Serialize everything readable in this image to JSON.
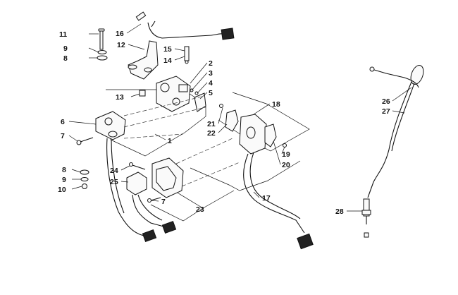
{
  "callouts": [
    {
      "id": "c1",
      "label": "1"
    },
    {
      "id": "c2",
      "label": "2"
    },
    {
      "id": "c3",
      "label": "3"
    },
    {
      "id": "c4",
      "label": "4"
    },
    {
      "id": "c5",
      "label": "5"
    },
    {
      "id": "c6",
      "label": "6"
    },
    {
      "id": "c7a",
      "label": "7"
    },
    {
      "id": "c7b",
      "label": "7"
    },
    {
      "id": "c8a",
      "label": "8"
    },
    {
      "id": "c8b",
      "label": "8"
    },
    {
      "id": "c9a",
      "label": "9"
    },
    {
      "id": "c9b",
      "label": "9"
    },
    {
      "id": "c10",
      "label": "10"
    },
    {
      "id": "c11",
      "label": "11"
    },
    {
      "id": "c12",
      "label": "12"
    },
    {
      "id": "c13",
      "label": "13"
    },
    {
      "id": "c14",
      "label": "14"
    },
    {
      "id": "c15",
      "label": "15"
    },
    {
      "id": "c16",
      "label": "16"
    },
    {
      "id": "c17",
      "label": "17"
    },
    {
      "id": "c18",
      "label": "18"
    },
    {
      "id": "c19",
      "label": "19"
    },
    {
      "id": "c20",
      "label": "20"
    },
    {
      "id": "c21",
      "label": "21"
    },
    {
      "id": "c22",
      "label": "22"
    },
    {
      "id": "c23",
      "label": "23"
    },
    {
      "id": "c24",
      "label": "24"
    },
    {
      "id": "c25",
      "label": "25"
    },
    {
      "id": "c26",
      "label": "26"
    },
    {
      "id": "c27",
      "label": "27"
    },
    {
      "id": "c28",
      "label": "28"
    }
  ]
}
